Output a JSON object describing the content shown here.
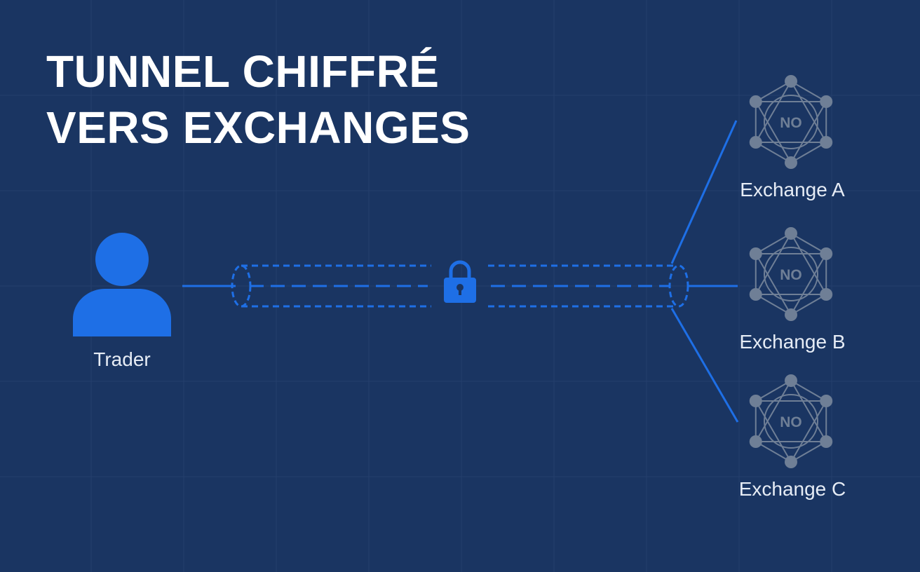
{
  "title": {
    "line1": "TUNNEL CHIFFRÉ",
    "line2": "VERS EXCHANGES"
  },
  "trader": {
    "label": "Trader",
    "icon": "user-icon"
  },
  "tunnel": {
    "icon": "lock-icon"
  },
  "exchanges": [
    {
      "label": "Exchange A",
      "badge": "NO",
      "icon": "network-node-icon"
    },
    {
      "label": "Exchange B",
      "badge": "NO",
      "icon": "network-node-icon"
    },
    {
      "label": "Exchange C",
      "badge": "NO",
      "icon": "network-node-icon"
    }
  ],
  "colors": {
    "background": "#1a3562",
    "accent": "#1e6fe6",
    "node": "#6f7f96",
    "text": "#ffffff"
  }
}
